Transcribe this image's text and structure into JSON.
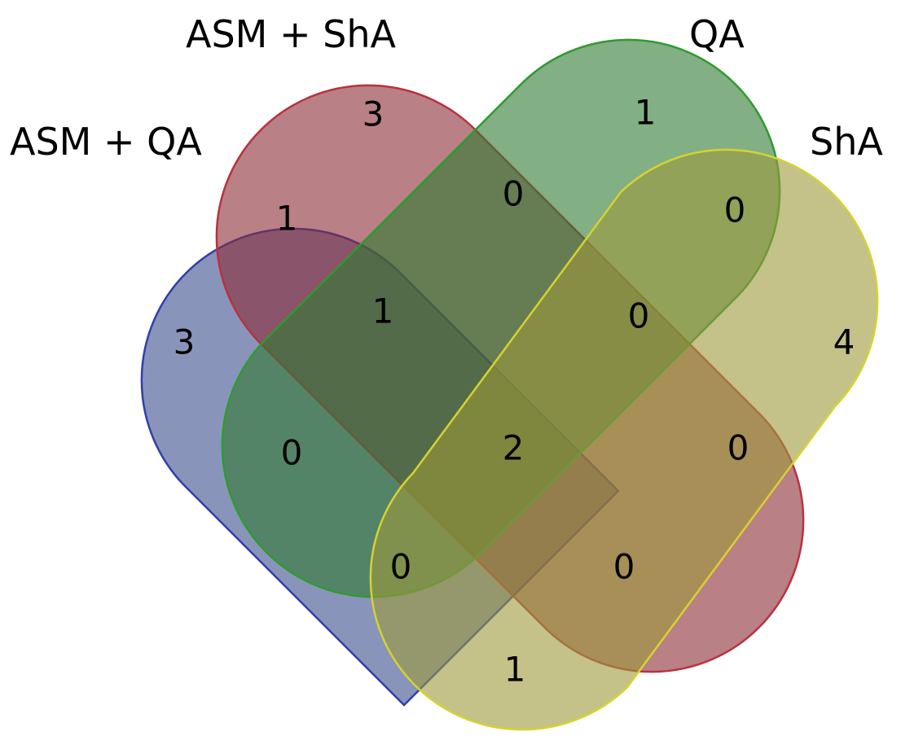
{
  "diagram": {
    "type": "venn-4",
    "sets": [
      {
        "id": "asm_qa",
        "label": "ASM + QA",
        "fill": "#3a4d8c",
        "stroke": "#2f3fae"
      },
      {
        "id": "asm_sha",
        "label": "ASM + ShA",
        "fill": "#8b2b36",
        "stroke": "#b8323f"
      },
      {
        "id": "qa",
        "label": "QA",
        "fill": "#2e7a32",
        "stroke": "#2f9a2f"
      },
      {
        "id": "sha",
        "label": "ShA",
        "fill": "#9c9a3a",
        "stroke": "#d6d230"
      }
    ],
    "extra_colors": {
      "orange_lobe_fill": "#d4762a",
      "orange_lobe_stroke": "#e07a20",
      "lime_lobe_fill": "#9bbf2a",
      "lime_lobe_stroke": "#d8df2a"
    },
    "regions": [
      {
        "id": "only_asm_qa",
        "sets": [
          "asm_qa"
        ],
        "count": "3"
      },
      {
        "id": "only_asm_sha",
        "sets": [
          "asm_sha"
        ],
        "count": "3"
      },
      {
        "id": "only_qa",
        "sets": [
          "qa"
        ],
        "count": "1"
      },
      {
        "id": "only_sha",
        "sets": [
          "sha"
        ],
        "count": "4"
      },
      {
        "id": "asm_qa_asm_sha",
        "sets": [
          "asm_qa",
          "asm_sha"
        ],
        "count": "1"
      },
      {
        "id": "asm_sha_qa",
        "sets": [
          "asm_sha",
          "qa"
        ],
        "count": "0"
      },
      {
        "id": "qa_sha",
        "sets": [
          "qa",
          "sha"
        ],
        "count": "0"
      },
      {
        "id": "asm_qa_asm_sha_qa",
        "sets": [
          "asm_qa",
          "asm_sha",
          "qa"
        ],
        "count": "1"
      },
      {
        "id": "asm_sha_qa_sha",
        "sets": [
          "asm_sha",
          "qa",
          "sha"
        ],
        "count": "0"
      },
      {
        "id": "asm_qa_qa",
        "sets": [
          "asm_qa",
          "qa"
        ],
        "count": "0"
      },
      {
        "id": "all_four",
        "sets": [
          "asm_qa",
          "asm_sha",
          "qa",
          "sha"
        ],
        "count": "2"
      },
      {
        "id": "asm_sha_sha",
        "sets": [
          "asm_sha",
          "sha"
        ],
        "count": "0"
      },
      {
        "id": "asm_qa_qa_sha",
        "sets": [
          "asm_qa",
          "qa",
          "sha"
        ],
        "count": "0"
      },
      {
        "id": "asm_qa_asm_sha_sha",
        "sets": [
          "asm_qa",
          "asm_sha",
          "sha"
        ],
        "count": "0"
      },
      {
        "id": "asm_qa_sha",
        "sets": [
          "asm_qa",
          "sha"
        ],
        "count": "1"
      }
    ]
  }
}
